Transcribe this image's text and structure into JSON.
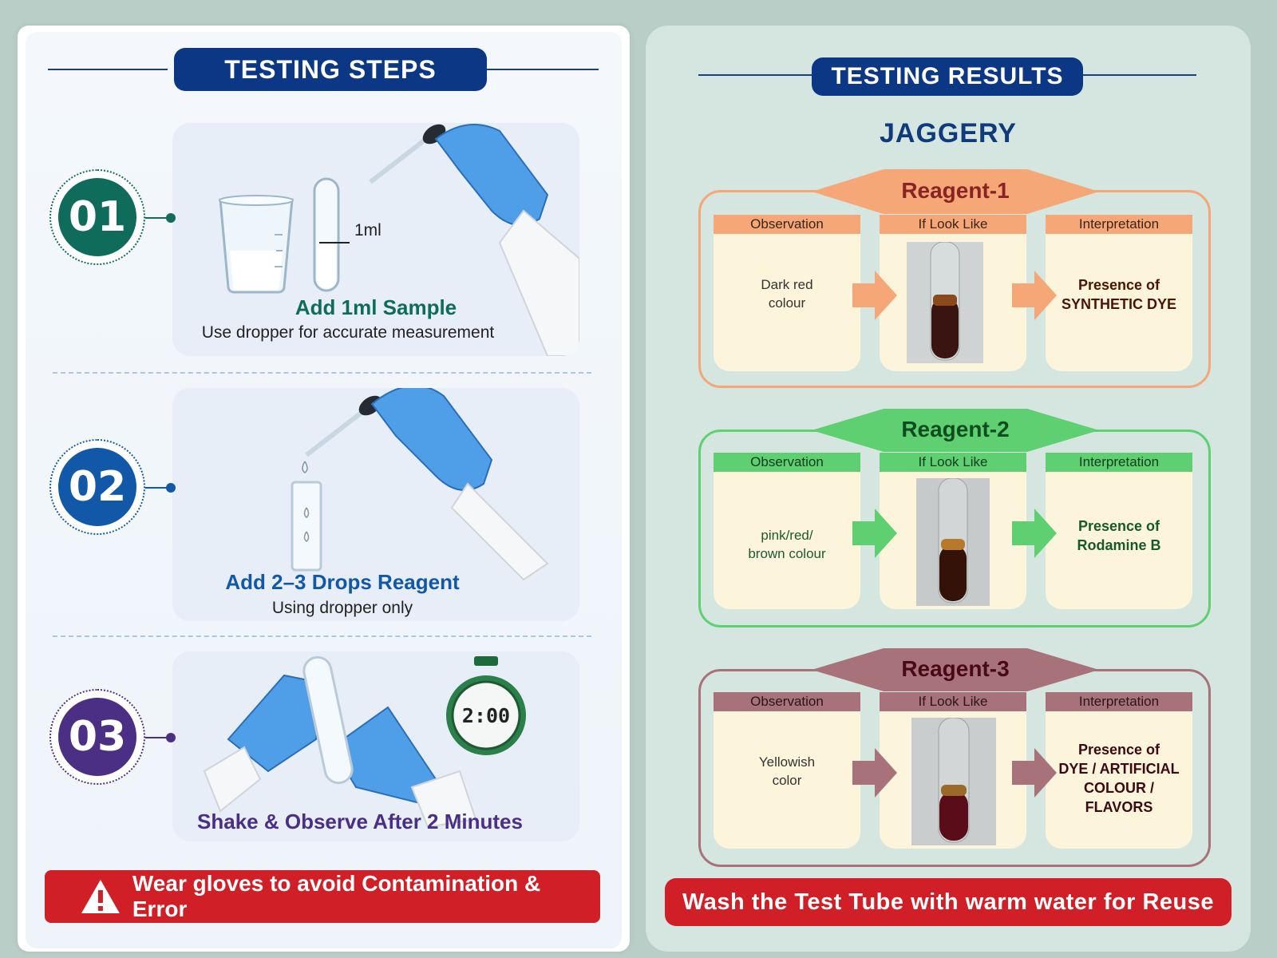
{
  "left": {
    "header": "TESTING STEPS",
    "steps": [
      {
        "number": "01",
        "title": "Add 1ml Sample",
        "subtitle": "Use dropper for accurate measurement",
        "illustration_label": "1ml"
      },
      {
        "number": "02",
        "title": "Add 2–3 Drops Reagent",
        "subtitle": "Using dropper only"
      },
      {
        "number": "03",
        "title": "Shake & Observe After 2 Minutes",
        "timer": "2:00"
      }
    ],
    "warning": "Wear gloves to avoid Contamination & Error"
  },
  "right": {
    "header": "TESTING RESULTS",
    "sample": "JAGGERY",
    "reagents": [
      {
        "name": "Reagent-1",
        "observation_head": "Observation",
        "image_head": "If Look Like",
        "interpretation_head": "Interpretation",
        "observation": [
          "Dark red",
          "colour"
        ],
        "interpretation": [
          "Presence of",
          "SYNTHETIC DYE"
        ]
      },
      {
        "name": "Reagent-2",
        "observation_head": "Observation",
        "image_head": "If Look Like",
        "interpretation_head": "Interpretation",
        "observation": [
          "pink/red/",
          "brown colour"
        ],
        "interpretation": [
          "Presence of",
          "Rodamine B"
        ]
      },
      {
        "name": "Reagent-3",
        "observation_head": "Observation",
        "image_head": "If Look Like",
        "interpretation_head": "Interpretation",
        "observation": [
          "Yellowish",
          "color"
        ],
        "interpretation": [
          "Presence of",
          "DYE / ARTIFICIAL",
          "COLOUR /",
          "FLAVORS"
        ]
      }
    ],
    "footer": "Wash the Test Tube with warm water for Reuse"
  },
  "colors": {
    "navy": "#0b3785",
    "step1": "#0f6b5a",
    "step2": "#1258a8",
    "step3": "#4a2f85",
    "reagent1": "#f5a778",
    "reagent2": "#5ed071",
    "reagent3": "#a8727b",
    "warning_red": "#d01f26",
    "cream": "#fdf4dc"
  }
}
